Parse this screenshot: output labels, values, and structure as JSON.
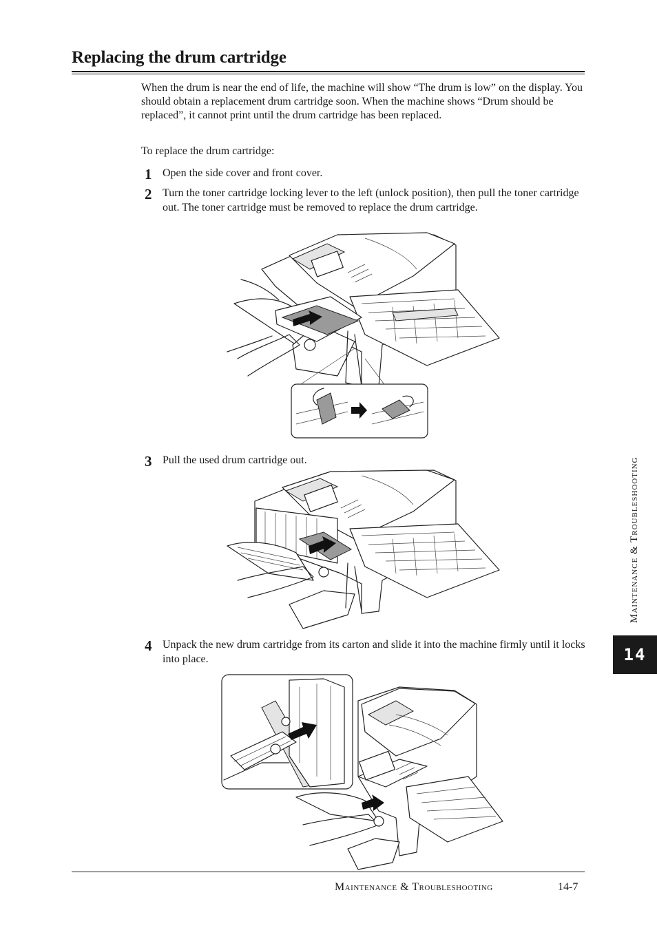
{
  "page": {
    "title": "Replacing the drum cartridge",
    "intro": "When the drum is near the end of life, the machine will show “The drum is low” on the display. You should obtain a replacement drum cartridge soon. When the machine shows “Drum should be replaced”, it cannot print until the drum cartridge has been replaced.",
    "lead_in": "To replace the drum cartridge:",
    "steps": [
      {
        "number": "1",
        "text": "Open the side cover and front cover."
      },
      {
        "number": "2",
        "text": "Turn the toner cartridge locking lever to the left (unlock position), then pull the toner cartridge out. The toner cartridge must be removed to replace the drum cartridge."
      },
      {
        "number": "3",
        "text": "Pull the used drum cartridge out."
      },
      {
        "number": "4",
        "text": "Unpack the new drum cartridge from its carton and slide it into the machine firmly until it locks into place."
      }
    ]
  },
  "side_tab": {
    "chapter": "14",
    "label": "Maintenance & Troubleshooting"
  },
  "footer": {
    "section": "Maintenance & Troubleshooting",
    "page_number": "14-7"
  },
  "illustrations": [
    {
      "name": "toner-removal-illustration",
      "inset": "lever-unlock-inset"
    },
    {
      "name": "drum-removal-illustration"
    },
    {
      "name": "drum-install-illustration",
      "inset": "drum-slide-inset"
    }
  ]
}
